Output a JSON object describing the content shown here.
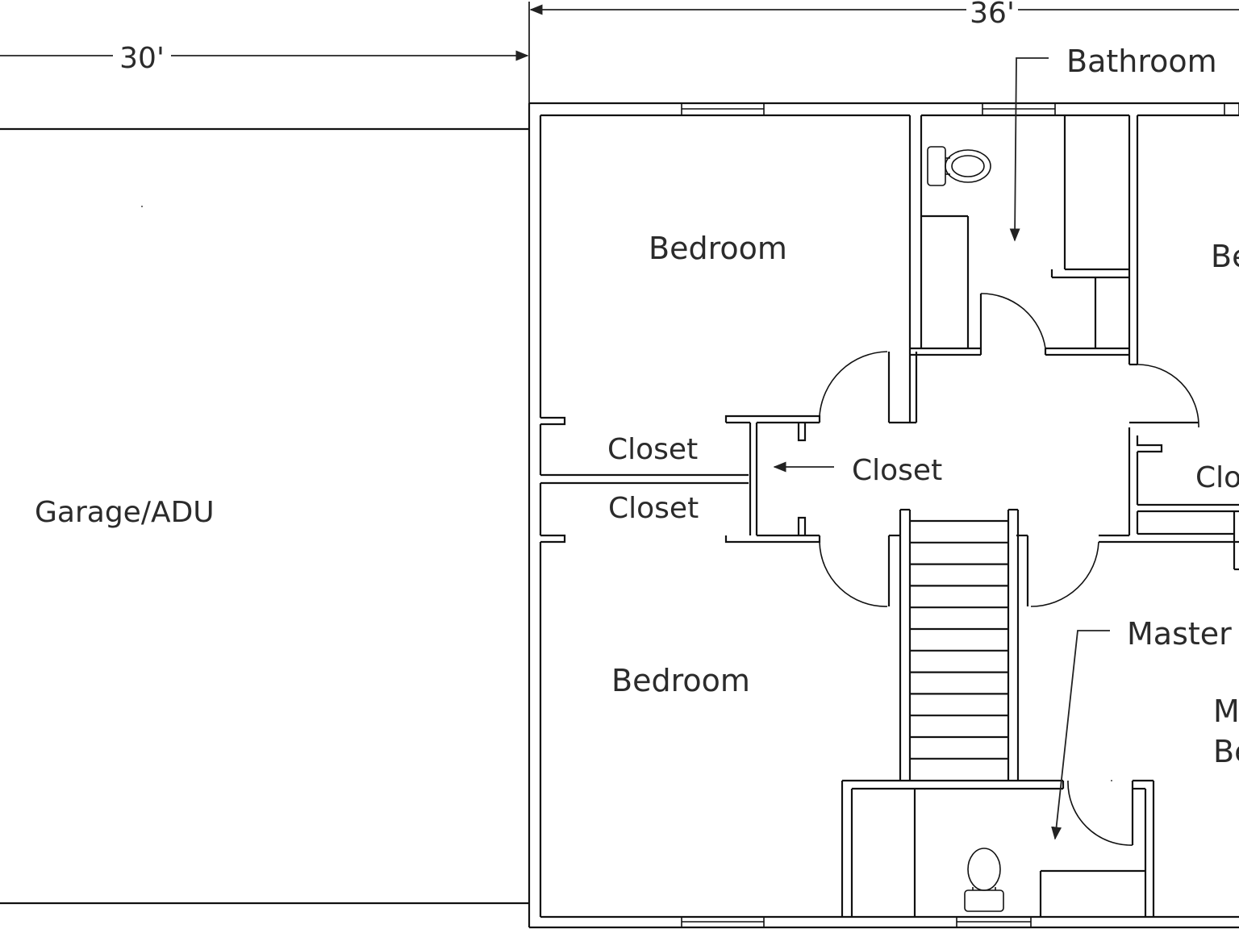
{
  "dimensions": {
    "garage_width": "30'",
    "house_width": "36'"
  },
  "labels": {
    "garage": "Garage/ADU",
    "bedroom_top": "Bedroom",
    "bedroom_bottom": "Bedroom",
    "bedroom_right_partial": "Be",
    "bathroom": "Bathroom",
    "closet_left_upper": "Closet",
    "closet_left_lower": "Closet",
    "closet_center": "Closet",
    "closet_right_partial": "Clo",
    "master_bath_partial": "Master B",
    "master_bedroom_line1": "M",
    "master_bedroom_line2": "Be"
  },
  "colors": {
    "line": "#111111",
    "text": "#2b2b2b",
    "background": "#ffffff"
  },
  "icons": [
    "toilet-icon",
    "arrow-icon"
  ]
}
